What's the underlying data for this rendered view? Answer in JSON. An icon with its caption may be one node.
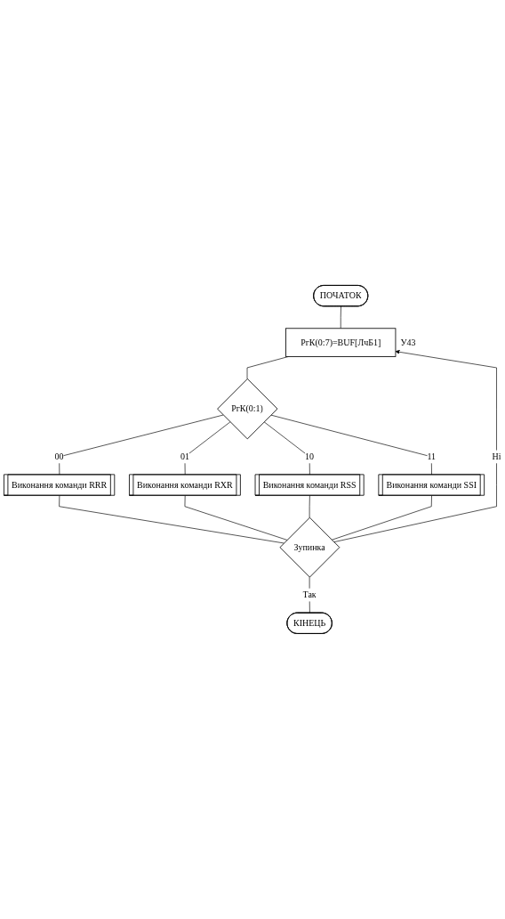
{
  "diagram": {
    "nodes": [
      {
        "text": [
          "ПОЧАТОК"
        ]
      },
      {
        "text": [
          "РгК(0:7)=BUF[ЛчБ1]"
        ],
        "beside": [
          "У43"
        ]
      },
      {
        "text": [
          "РгК(0:1)"
        ]
      },
      {
        "text": [
          "Виконання команди RRR"
        ]
      },
      {
        "text": [
          "Виконання команди RXR"
        ]
      },
      {
        "text": [
          "Виконання команди RSS"
        ]
      },
      {
        "text": [
          "Виконання команди SSI"
        ]
      },
      {
        "text": [
          "Зупинка"
        ]
      },
      {
        "text": [
          "КІНЕЦЬ"
        ]
      }
    ],
    "edges": [
      {
        "from": 0,
        "to": 1,
        "arrow": "none"
      },
      {
        "from": 1,
        "to": 2,
        "arrow": "none"
      },
      {
        "from": 2,
        "to": 3,
        "label": "00",
        "arrow": "none"
      },
      {
        "from": 2,
        "to": 4,
        "label": "01",
        "arrow": "none"
      },
      {
        "from": 2,
        "to": 5,
        "label": "10",
        "arrow": "none"
      },
      {
        "from": 2,
        "to": 6,
        "label": "11",
        "arrow": "none"
      },
      {
        "from": 3,
        "to": 7,
        "arrow": "none"
      },
      {
        "from": 4,
        "to": 7,
        "arrow": "none"
      },
      {
        "from": 5,
        "to": 7,
        "arrow": "none"
      },
      {
        "from": 6,
        "to": 7,
        "arrow": "none"
      },
      {
        "from": 7,
        "to": 1,
        "label": "Ні",
        "arrow": "to"
      },
      {
        "from": 7,
        "to": 8,
        "label": "Так",
        "arrow": "none"
      }
    ]
  }
}
